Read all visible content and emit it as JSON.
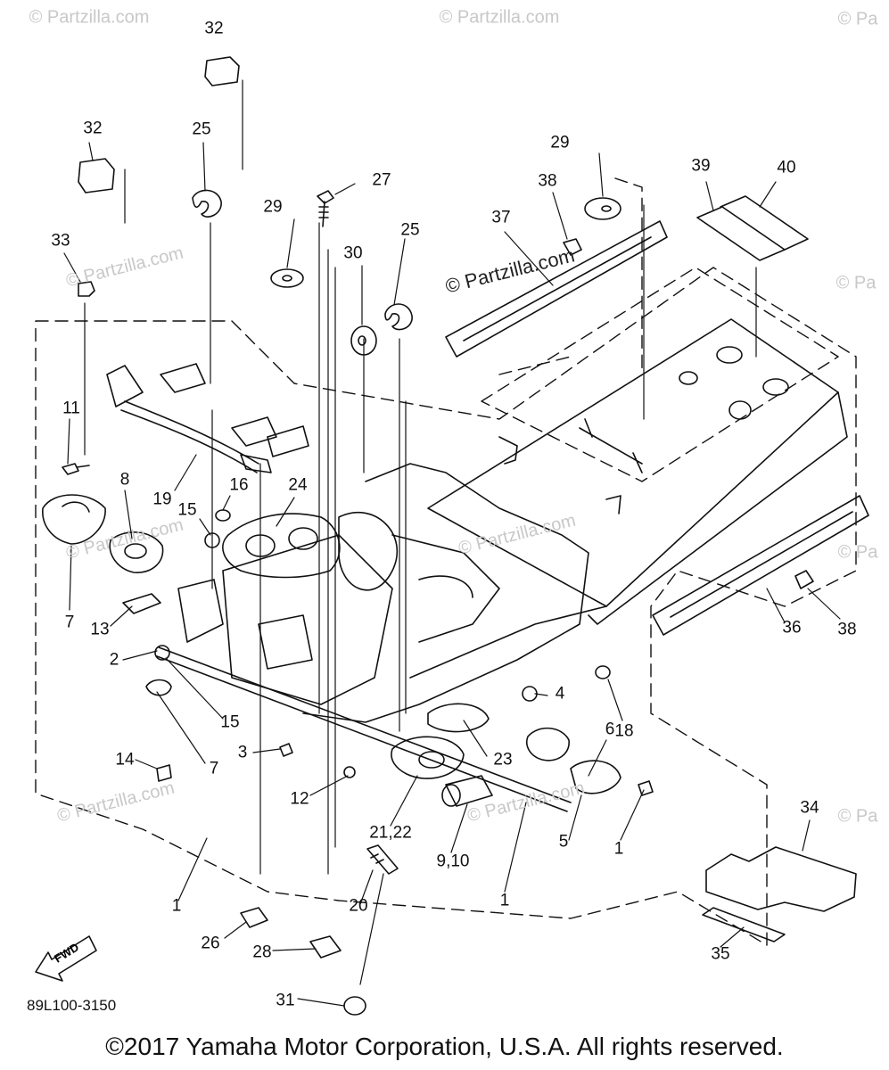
{
  "watermarks": {
    "brand": "© Partzilla.com",
    "brand_short": "© Pa",
    "center_mark": "© Partzilla.com"
  },
  "callouts": [
    {
      "id": "c32a",
      "label": "32"
    },
    {
      "id": "c32b",
      "label": "32"
    },
    {
      "id": "c25a",
      "label": "25"
    },
    {
      "id": "c27",
      "label": "27"
    },
    {
      "id": "c29a",
      "label": "29"
    },
    {
      "id": "c25b",
      "label": "25"
    },
    {
      "id": "c30",
      "label": "30"
    },
    {
      "id": "c33",
      "label": "33"
    },
    {
      "id": "c29b",
      "label": "29"
    },
    {
      "id": "c38a",
      "label": "38"
    },
    {
      "id": "c37",
      "label": "37"
    },
    {
      "id": "c39",
      "label": "39"
    },
    {
      "id": "c40",
      "label": "40"
    },
    {
      "id": "c11",
      "label": "11"
    },
    {
      "id": "c8",
      "label": "8"
    },
    {
      "id": "c19",
      "label": "19"
    },
    {
      "id": "c16",
      "label": "16"
    },
    {
      "id": "c24",
      "label": "24"
    },
    {
      "id": "c15a",
      "label": "15"
    },
    {
      "id": "c7a",
      "label": "7"
    },
    {
      "id": "c13",
      "label": "13"
    },
    {
      "id": "c2",
      "label": "2"
    },
    {
      "id": "c15b",
      "label": "15"
    },
    {
      "id": "c3",
      "label": "3"
    },
    {
      "id": "c14",
      "label": "14"
    },
    {
      "id": "c7b",
      "label": "7"
    },
    {
      "id": "c12",
      "label": "12"
    },
    {
      "id": "c2122",
      "label": "21,22"
    },
    {
      "id": "c910",
      "label": "9,10"
    },
    {
      "id": "c1a",
      "label": "1"
    },
    {
      "id": "c1b",
      "label": "1"
    },
    {
      "id": "c1c",
      "label": "1"
    },
    {
      "id": "c4",
      "label": "4"
    },
    {
      "id": "c6",
      "label": "6"
    },
    {
      "id": "c18",
      "label": "18"
    },
    {
      "id": "c23",
      "label": "23"
    },
    {
      "id": "c5",
      "label": "5"
    },
    {
      "id": "c36",
      "label": "36"
    },
    {
      "id": "c38b",
      "label": "38"
    },
    {
      "id": "c34",
      "label": "34"
    },
    {
      "id": "c35",
      "label": "35"
    },
    {
      "id": "c20",
      "label": "20"
    },
    {
      "id": "c26",
      "label": "26"
    },
    {
      "id": "c28",
      "label": "28"
    },
    {
      "id": "c31",
      "label": "31"
    }
  ],
  "fwd_label": "FWD",
  "catalog_code": "89L100-3150",
  "copyright": "©2017 Yamaha Motor Corporation, U.S.A. All rights reserved."
}
